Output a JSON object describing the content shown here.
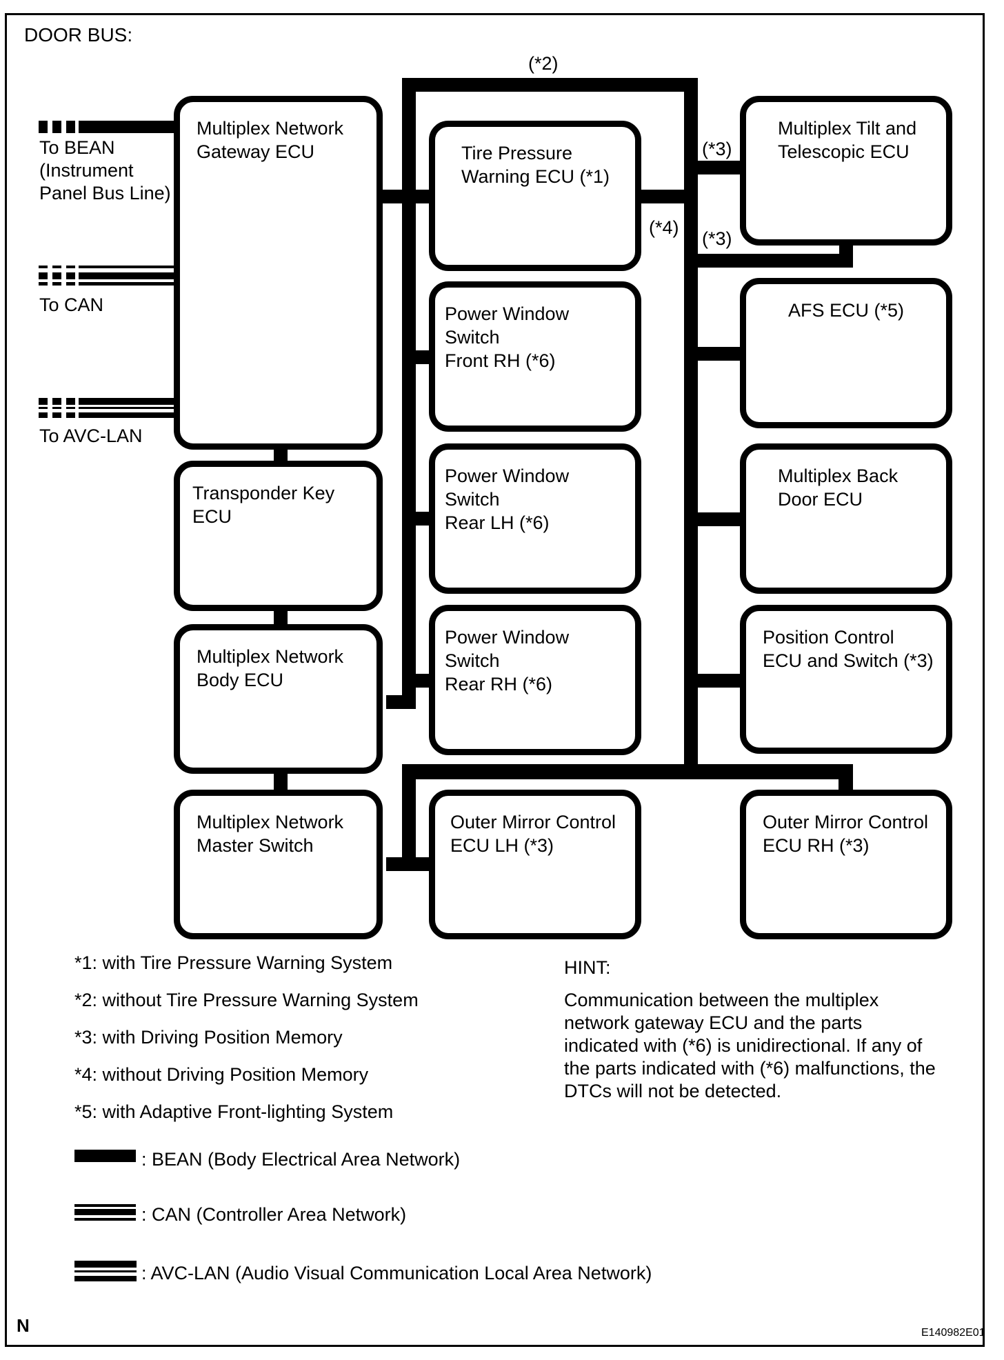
{
  "title": "DOOR BUS:",
  "colors": {
    "line": "#000000",
    "background": "#ffffff"
  },
  "external": {
    "bean": "To BEAN\n(Instrument\nPanel Bus Line)",
    "can": "To CAN",
    "avc": "To AVC-LAN"
  },
  "boxes": {
    "gateway": {
      "label": "Multiplex Network\nGateway ECU"
    },
    "transponder": {
      "label": "Transponder Key ECU"
    },
    "body": {
      "label": "Multiplex Network\nBody ECU"
    },
    "master": {
      "label": "Multiplex Network\nMaster Switch"
    },
    "tire": {
      "label": "Tire Pressure\nWarning ECU (*1)"
    },
    "pw_front_rh": {
      "label": "Power Window Switch\nFront RH (*6)"
    },
    "pw_rear_lh": {
      "label": "Power Window Switch\nRear LH (*6)"
    },
    "pw_rear_rh": {
      "label": "Power Window Switch\nRear RH (*6)"
    },
    "om_lh": {
      "label": "Outer Mirror Control\nECU LH (*3)"
    },
    "tilt": {
      "label": "Multiplex Tilt and\nTelescopic ECU"
    },
    "afs": {
      "label": "AFS ECU (*5)"
    },
    "back_door": {
      "label": "Multiplex Back\nDoor ECU"
    },
    "position": {
      "label": "Position Control\nECU and Switch (*3)"
    },
    "om_rh": {
      "label": "Outer Mirror Control\nECU RH (*3)"
    }
  },
  "connection_labels": {
    "star2": "(*2)",
    "star3_top": "(*3)",
    "star3_mid": "(*3)",
    "star4": "(*4)"
  },
  "footnotes": [
    "*1: with Tire Pressure Warning System",
    "*2: without Tire Pressure Warning System",
    "*3: with Driving Position Memory",
    "*4: without Driving Position Memory",
    "*5: with Adaptive Front-lighting System"
  ],
  "hint": {
    "heading": "HINT:",
    "body": "Communication between the multiplex\nnetwork gateway ECU and the parts\nindicated with (*6) is unidirectional. If any of\nthe parts indicated with (*6) malfunctions, the\nDTCs will not be detected."
  },
  "legend": [
    {
      "network": "BEAN",
      "label": ":  BEAN (Body Electrical Area Network)"
    },
    {
      "network": "CAN",
      "label": ":  CAN (Controller Area Network)"
    },
    {
      "network": "AVC-LAN",
      "label": ":  AVC-LAN (Audio Visual Communication Local Area Network)"
    }
  ],
  "footer": {
    "marker": "N",
    "code": "E140982E01"
  }
}
